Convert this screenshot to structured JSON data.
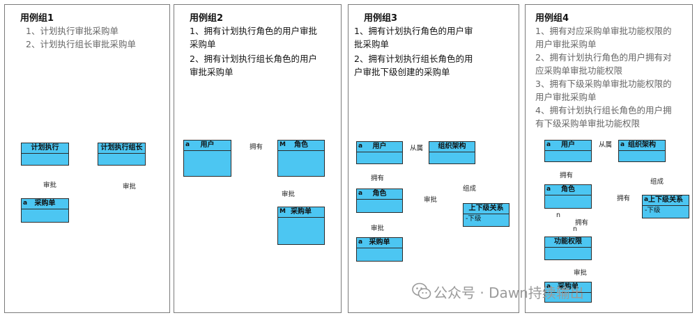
{
  "panels": [
    {
      "title": "用例组1",
      "lines": [
        "1、计划执行审批采购单",
        "2、计划执行组长审批采购单"
      ]
    },
    {
      "title": "用例组2",
      "lines": [
        "1、拥有计划执行角色的用户审批",
        "采购单",
        "2、拥有计划执行组长角色的用户",
        "审批采购单"
      ]
    },
    {
      "title": "用例组3",
      "lines": [
        "1、拥有计划执行角色的用户审",
        "批采购单",
        "2、拥有计划执行组长角色的用",
        "户审批下级创建的采购单"
      ]
    },
    {
      "title": "用例组4",
      "lines": [
        "1、拥有对应采购单审批功能权限的",
        "用户审批采购单",
        "2、拥有计划执行角色的用户拥有对",
        "应采购单审批功能权限",
        "3、拥有下级采购单审批功能权限的",
        "用户审批采购单",
        "4、拥有计划执行组长角色的用户拥",
        "有下级采购单审批功能权限"
      ]
    }
  ],
  "entities": {
    "g1_plan": {
      "name": "计划执行",
      "icon": ""
    },
    "g1_lead": {
      "name": "计划执行组长",
      "icon": ""
    },
    "g1_po": {
      "name": "采购单",
      "icon": "a"
    },
    "g2_user": {
      "name": "用户",
      "icon": "a"
    },
    "g2_role": {
      "name": "角色",
      "icon": "M"
    },
    "g2_po": {
      "name": "采购单",
      "icon": "M"
    },
    "g3_user": {
      "name": "用户",
      "icon": "a"
    },
    "g3_org": {
      "name": "组织架构",
      "icon": "a"
    },
    "g3_role": {
      "name": "角色",
      "icon": "a"
    },
    "g3_rel": {
      "name": "上下级关系",
      "icon": "",
      "attr": "-下级"
    },
    "g3_po": {
      "name": "采购单",
      "icon": "a"
    },
    "g4_user": {
      "name": "用户",
      "icon": "a"
    },
    "g4_org": {
      "name": "组织架构",
      "icon": "a"
    },
    "g4_role": {
      "name": "角色",
      "icon": "a"
    },
    "g4_rel": {
      "name": "上下级关系",
      "icon": "a",
      "attr": "-下级"
    },
    "g4_perm": {
      "name": "功能权限",
      "icon": ""
    },
    "g4_po": {
      "name": "采购单",
      "icon": "a"
    }
  },
  "labels": {
    "g1_approve_a": "审批",
    "g1_approve_b": "审批",
    "g2_has": "拥有",
    "g2_approve": "审批",
    "g3_belong": "从属",
    "g3_has": "拥有",
    "g3_approve_a": "审批",
    "g3_approve_b": "审批",
    "g3_compose": "组成",
    "g4_belong": "从属",
    "g4_has_a": "拥有",
    "g4_compose": "组成",
    "g4_has_b": "拥有",
    "g4_n1": "n",
    "g4_has_c": "拥有",
    "g4_n2": "n",
    "g4_approve": "审批"
  },
  "watermark": "公众号 · Dawn持续输出",
  "colors": {
    "entity_fill": "#4cc6f2",
    "text_grey": "#666666"
  }
}
